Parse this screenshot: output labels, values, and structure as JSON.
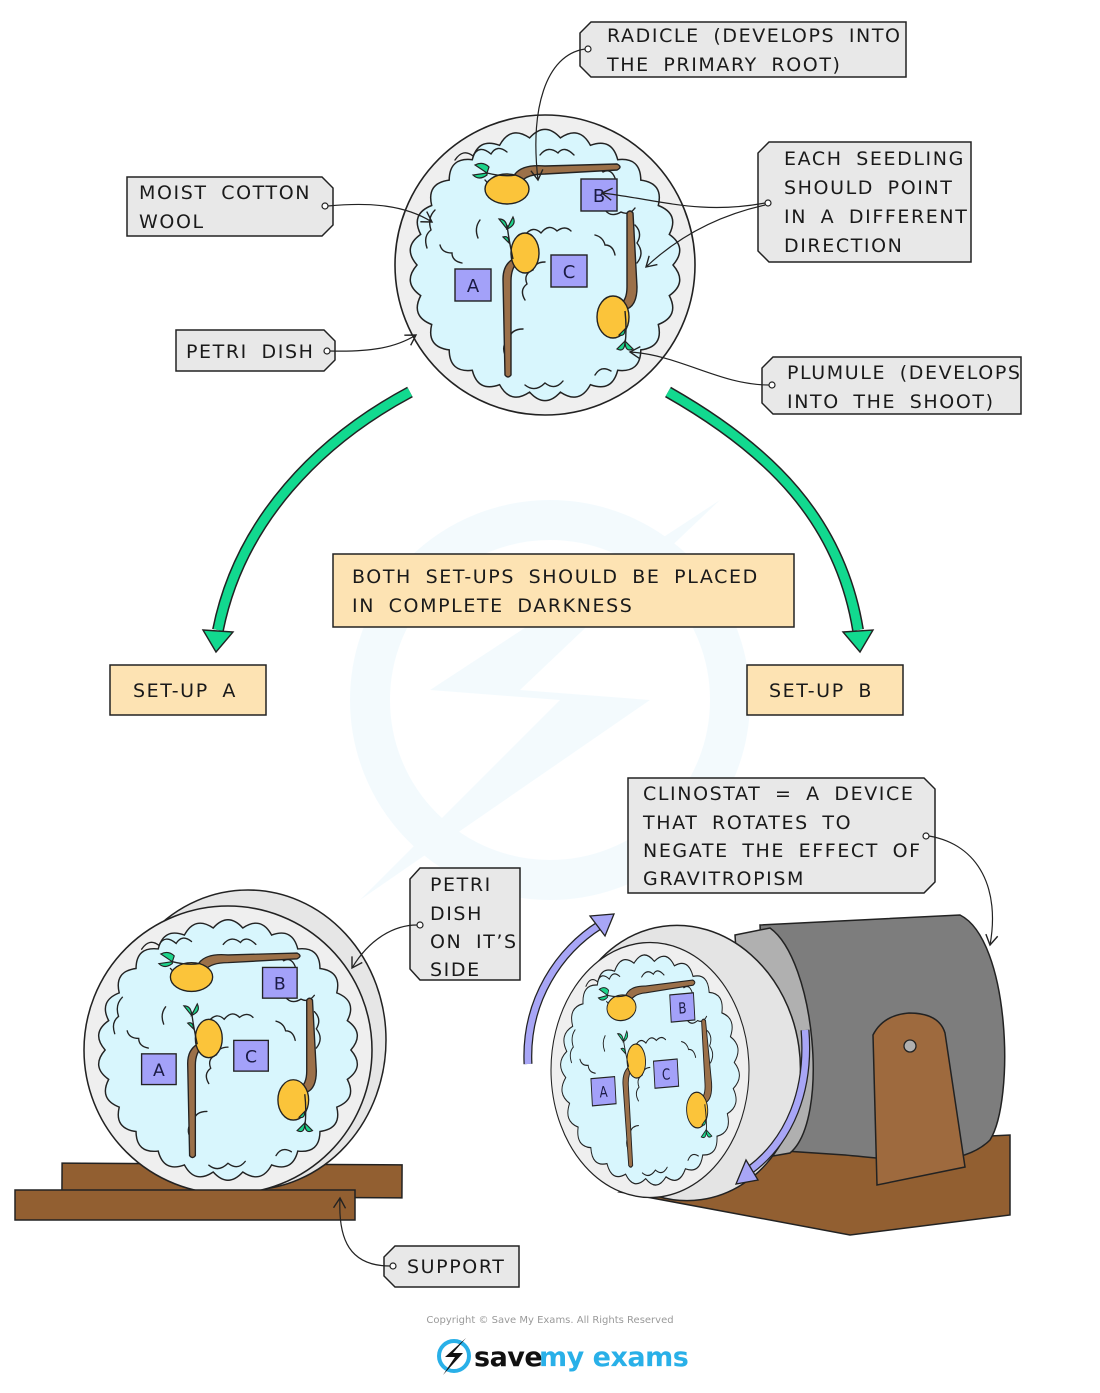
{
  "diagram": {
    "title_hidden": "Gravitropism experiment with petri dishes and clinostat",
    "labels": {
      "radicle": [
        "RADICLE  (DEVELOPS  INTO",
        "THE  PRIMARY  ROOT)"
      ],
      "each_seedling": [
        "EACH  SEEDLING",
        "SHOULD  POINT",
        "IN  A  DIFFERENT",
        "DIRECTION"
      ],
      "moist_cotton": [
        "MOIST  COTTON",
        "WOOL"
      ],
      "petri_dish": [
        "PETRI  DISH"
      ],
      "plumule": [
        "PLUMULE  (DEVELOPS",
        "INTO  THE  SHOOT)"
      ],
      "both_setups": [
        "BOTH  SET-UPS  SHOULD  BE  PLACED",
        "IN  COMPLETE  DARKNESS"
      ],
      "setup_a": "SET-UP  A",
      "setup_b": "SET-UP  B",
      "clinostat": [
        "CLINOSTAT = A  DEVICE",
        "THAT  ROTATES  TO",
        "NEGATE  THE  EFFECT  OF",
        "GRAVITROPISM"
      ],
      "petri_side": [
        "PETRI",
        "DISH",
        "ON  IT’S",
        "SIDE"
      ],
      "support": "SUPPORT"
    },
    "seedling_markers": [
      "A",
      "B",
      "C"
    ],
    "colors": {
      "callout_fill": "#e8e8e8",
      "note_fill": "#fde3b3",
      "arrow_green": "#12d98f",
      "cotton_blue": "#d8f6fd",
      "dish_rim": "#efefef",
      "marker_fill": "#a3a1f9",
      "seed_orange": "#fbc43a",
      "root_brown": "#9b7049",
      "leaf_green": "#1bd48b",
      "wood_brown": "#925f31",
      "clinostat_gray": "#7d7d7d",
      "rotation_arrow": "#a8a6f6"
    }
  },
  "footer": {
    "copyright": "Copyright © Save My Exams. All Rights Reserved",
    "logo_word1": "save",
    "logo_word2": "my exams"
  }
}
